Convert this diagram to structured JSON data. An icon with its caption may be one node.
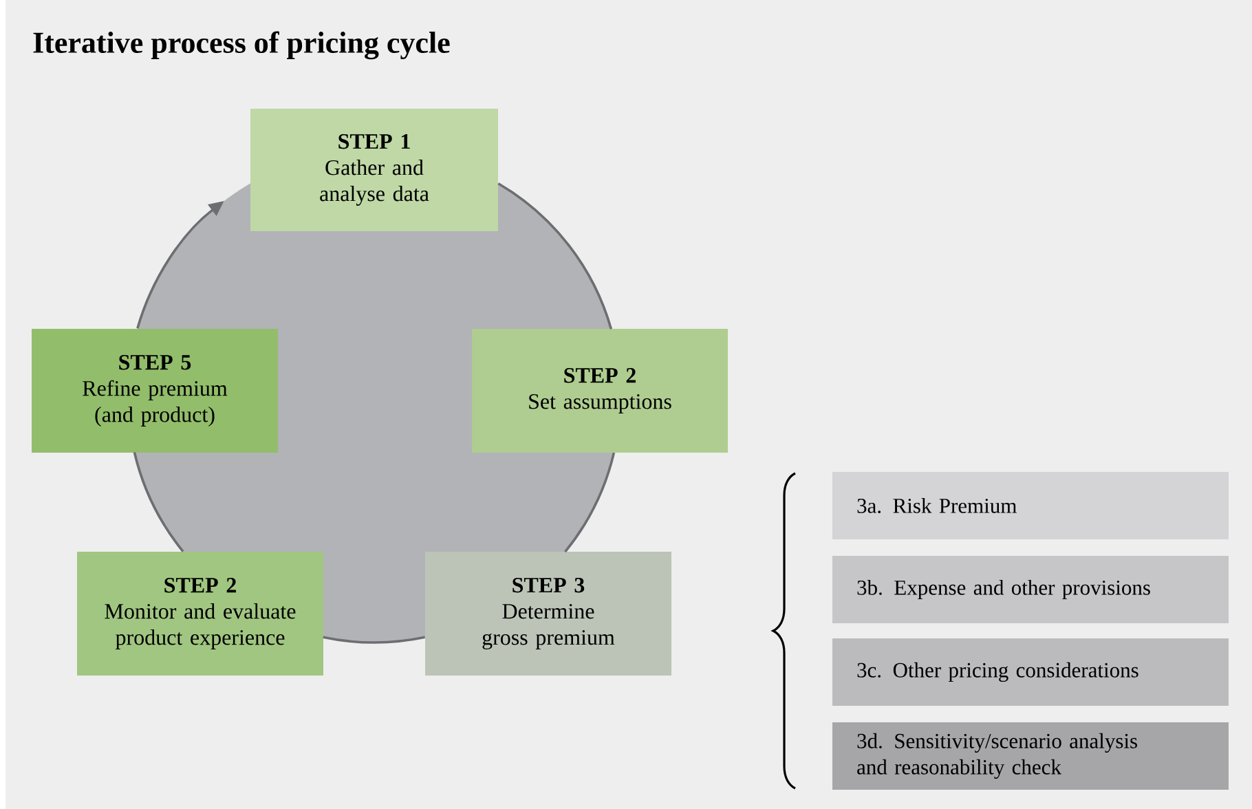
{
  "diagram": {
    "title": "Iterative process of pricing cycle",
    "nodes": [
      {
        "text": [
          "STEP 1",
          "Gather and analyse data"
        ]
      },
      {
        "text": [
          "STEP 5",
          "Refine premium (and product)"
        ]
      },
      {
        "text": [
          "STEP 2",
          "Set assumptions"
        ]
      },
      {
        "text": [
          "STEP 2",
          "Monitor and evaluate product experience"
        ]
      },
      {
        "text": [
          "STEP 3",
          "Determine gross premium"
        ]
      },
      {
        "text": [
          "3a. Risk Premium"
        ]
      },
      {
        "text": [
          "3b. Expense and other provisions"
        ]
      },
      {
        "text": [
          "3c. Other pricing considerations"
        ]
      },
      {
        "text": [
          "3d. Sensitivity/scenario analysis and reasonability check"
        ]
      }
    ],
    "edges": [
      {
        "from": 0,
        "to": 2,
        "arrow": "none"
      },
      {
        "from": 2,
        "to": 4,
        "arrow": "none"
      },
      {
        "from": 4,
        "to": 3,
        "arrow": "none"
      },
      {
        "from": 3,
        "to": 1,
        "arrow": "none"
      },
      {
        "from": 1,
        "to": 0,
        "arrow": "to"
      }
    ]
  }
}
